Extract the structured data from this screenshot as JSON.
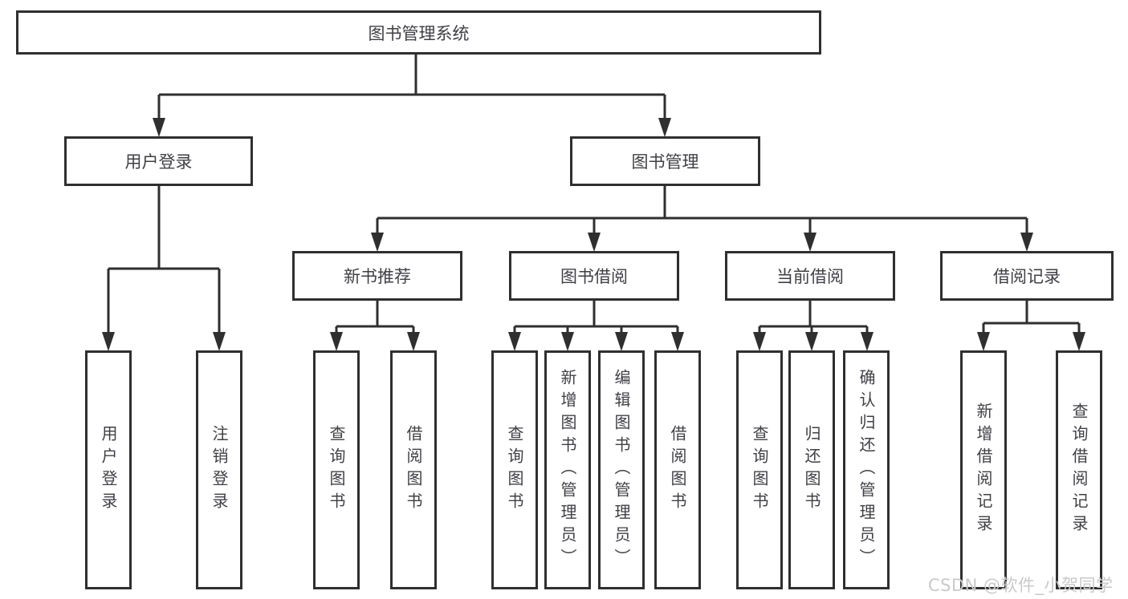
{
  "colors": {
    "line": "#2f2f2f",
    "node_text": "#3f3f46",
    "node_fill": "#ffffff",
    "background": "#ffffff",
    "watermark": "#c9c9c9"
  },
  "tree": {
    "root": "图书管理系统",
    "branches": [
      {
        "label": "用户登录",
        "children": [
          "用户登录",
          "注销登录"
        ]
      },
      {
        "label": "图书管理",
        "groups": [
          {
            "label": "新书推荐",
            "children": [
              "查询图书",
              "借阅图书"
            ]
          },
          {
            "label": "图书借阅",
            "children": [
              "查询图书",
              "新增图书（管理员）",
              "编辑图书（管理员）",
              "借阅图书"
            ]
          },
          {
            "label": "当前借阅",
            "children": [
              "查询图书",
              "归还图书",
              "确认归还（管理员）"
            ]
          },
          {
            "label": "借阅记录",
            "children": [
              "新增借阅记录",
              "查询借阅记录"
            ]
          }
        ]
      }
    ]
  },
  "watermark": {
    "text": "CSDN @软件_小贺同学"
  }
}
